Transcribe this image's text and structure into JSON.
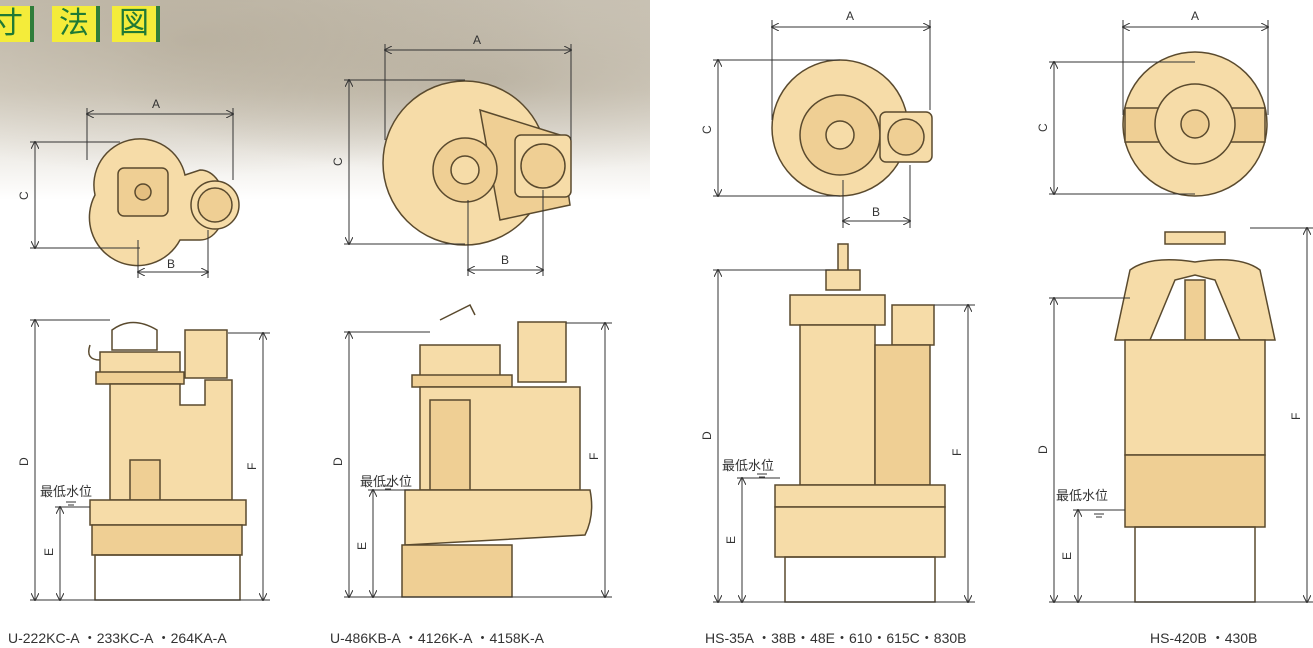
{
  "title": [
    "寸",
    "法",
    "図"
  ],
  "colors": {
    "body": "#f6dca8",
    "outline": "#5a4a2e",
    "dim": "#333333",
    "title_bg": "#f4ec3a",
    "title_fg": "#1f7a35"
  },
  "dim_labels": {
    "A": "A",
    "B": "B",
    "C": "C",
    "D": "D",
    "E": "E",
    "F": "F"
  },
  "water_level": "最低水位",
  "captions": [
    "U-222KC-A ・233KC-A ・264KA-A",
    "U-486KB-A ・4126K-A ・4158K-A",
    "HS-35A ・38B・48E・610・615C・830B",
    "HS-420B ・430B"
  ]
}
